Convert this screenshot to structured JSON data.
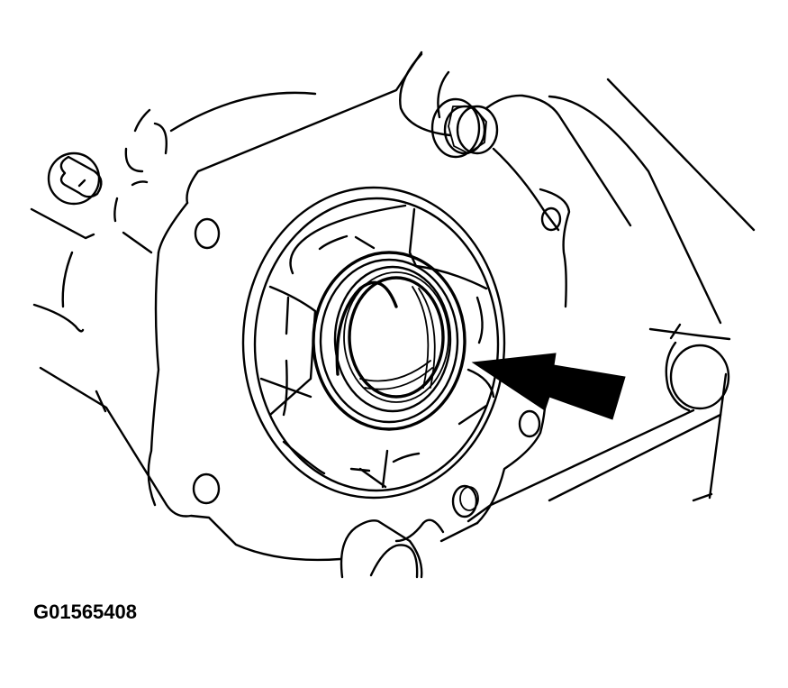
{
  "figure": {
    "id_label": "G01565408",
    "subject": "seal-in-housing-line-drawing",
    "callout": "arrow-pointing-to-seal",
    "colors": {
      "line": "#000000",
      "background": "#ffffff"
    }
  }
}
